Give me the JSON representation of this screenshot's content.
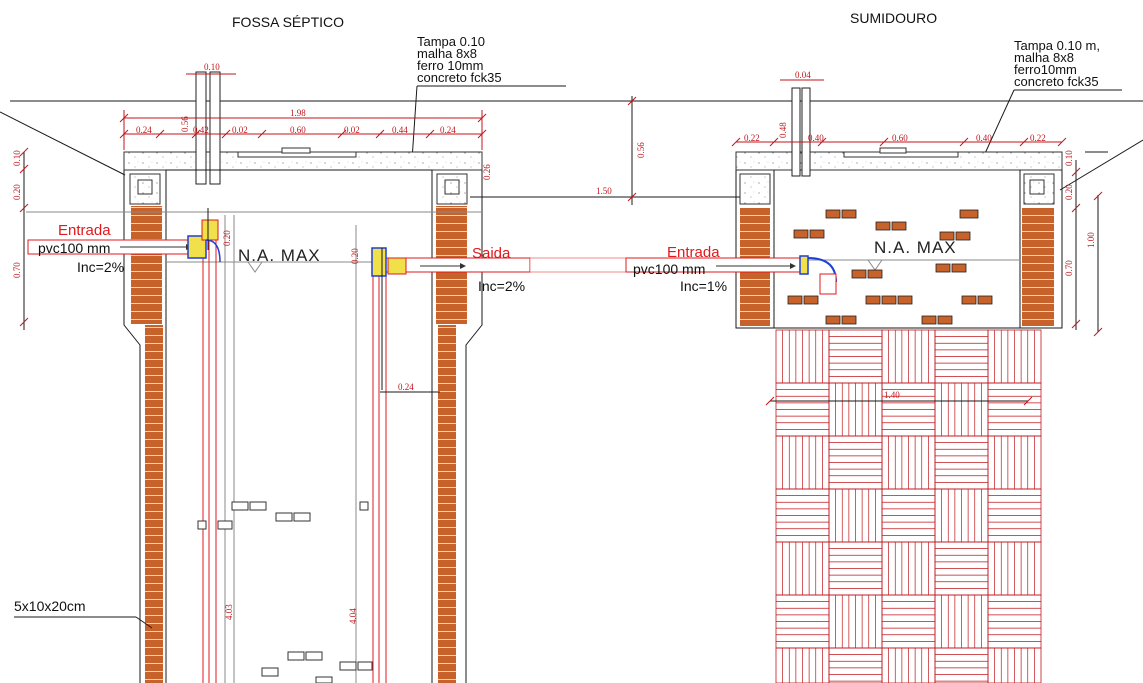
{
  "titles": {
    "fossa": "FOSSA SÉPTICO",
    "sumidouro": "SUMIDOURO"
  },
  "notes": {
    "fossa": [
      "Tampa 0.10",
      "malha 8x8",
      "ferro 10mm",
      "concreto fck35"
    ],
    "sumidouro": [
      "Tampa 0.10 m,",
      "malha 8x8",
      "ferro10mm",
      "concreto fck35"
    ]
  },
  "labels": {
    "entrada_fossa": "Entrada",
    "pvc_fossa": "pvc100 mm",
    "inc_fossa": "Inc=2%",
    "na_fossa": "N.A.  MAX",
    "saida": "Saida",
    "inc_saida": "Inc=2%",
    "entrada_sumidouro": "Entrada",
    "pvc_sumidouro": "pvc100 mm",
    "inc_sumidouro": "Inc=1%",
    "na_sumidouro": "N.A.  MAX",
    "tijolo": "5x10x20cm"
  },
  "dims": {
    "d198": "1.98",
    "d024a": "0.24",
    "d042": "0.42",
    "d002a": "0.02",
    "d060a": "0.60",
    "d002b": "0.02",
    "d044": "0.44",
    "d024b": "0.24",
    "d010": "0.10",
    "d056a": "0.56",
    "d056b": "0.56",
    "d026": "0.26",
    "d150": "1.50",
    "d010l": "0.10",
    "d020l": "0.20",
    "d070l": "0.70",
    "d020t": "0.20",
    "d020t2": "0.20",
    "d024c": "0.24",
    "d403": "4.03",
    "d404": "4.04",
    "s004": "0.04",
    "s022a": "0.22",
    "s048": "0.48",
    "s040a": "0.40",
    "s060": "0.60",
    "s040b": "0.40",
    "s022b": "0.22",
    "s010": "0.10",
    "s020": "0.20",
    "s070": "0.70",
    "s100": "1.00",
    "s140": "1.40"
  },
  "colors": {
    "annotation": "#e0191c",
    "dimension": "#c0161b",
    "brick": "#c6622a",
    "fitting": "#f0e04a",
    "pipe_blue": "#1f3fd6"
  }
}
